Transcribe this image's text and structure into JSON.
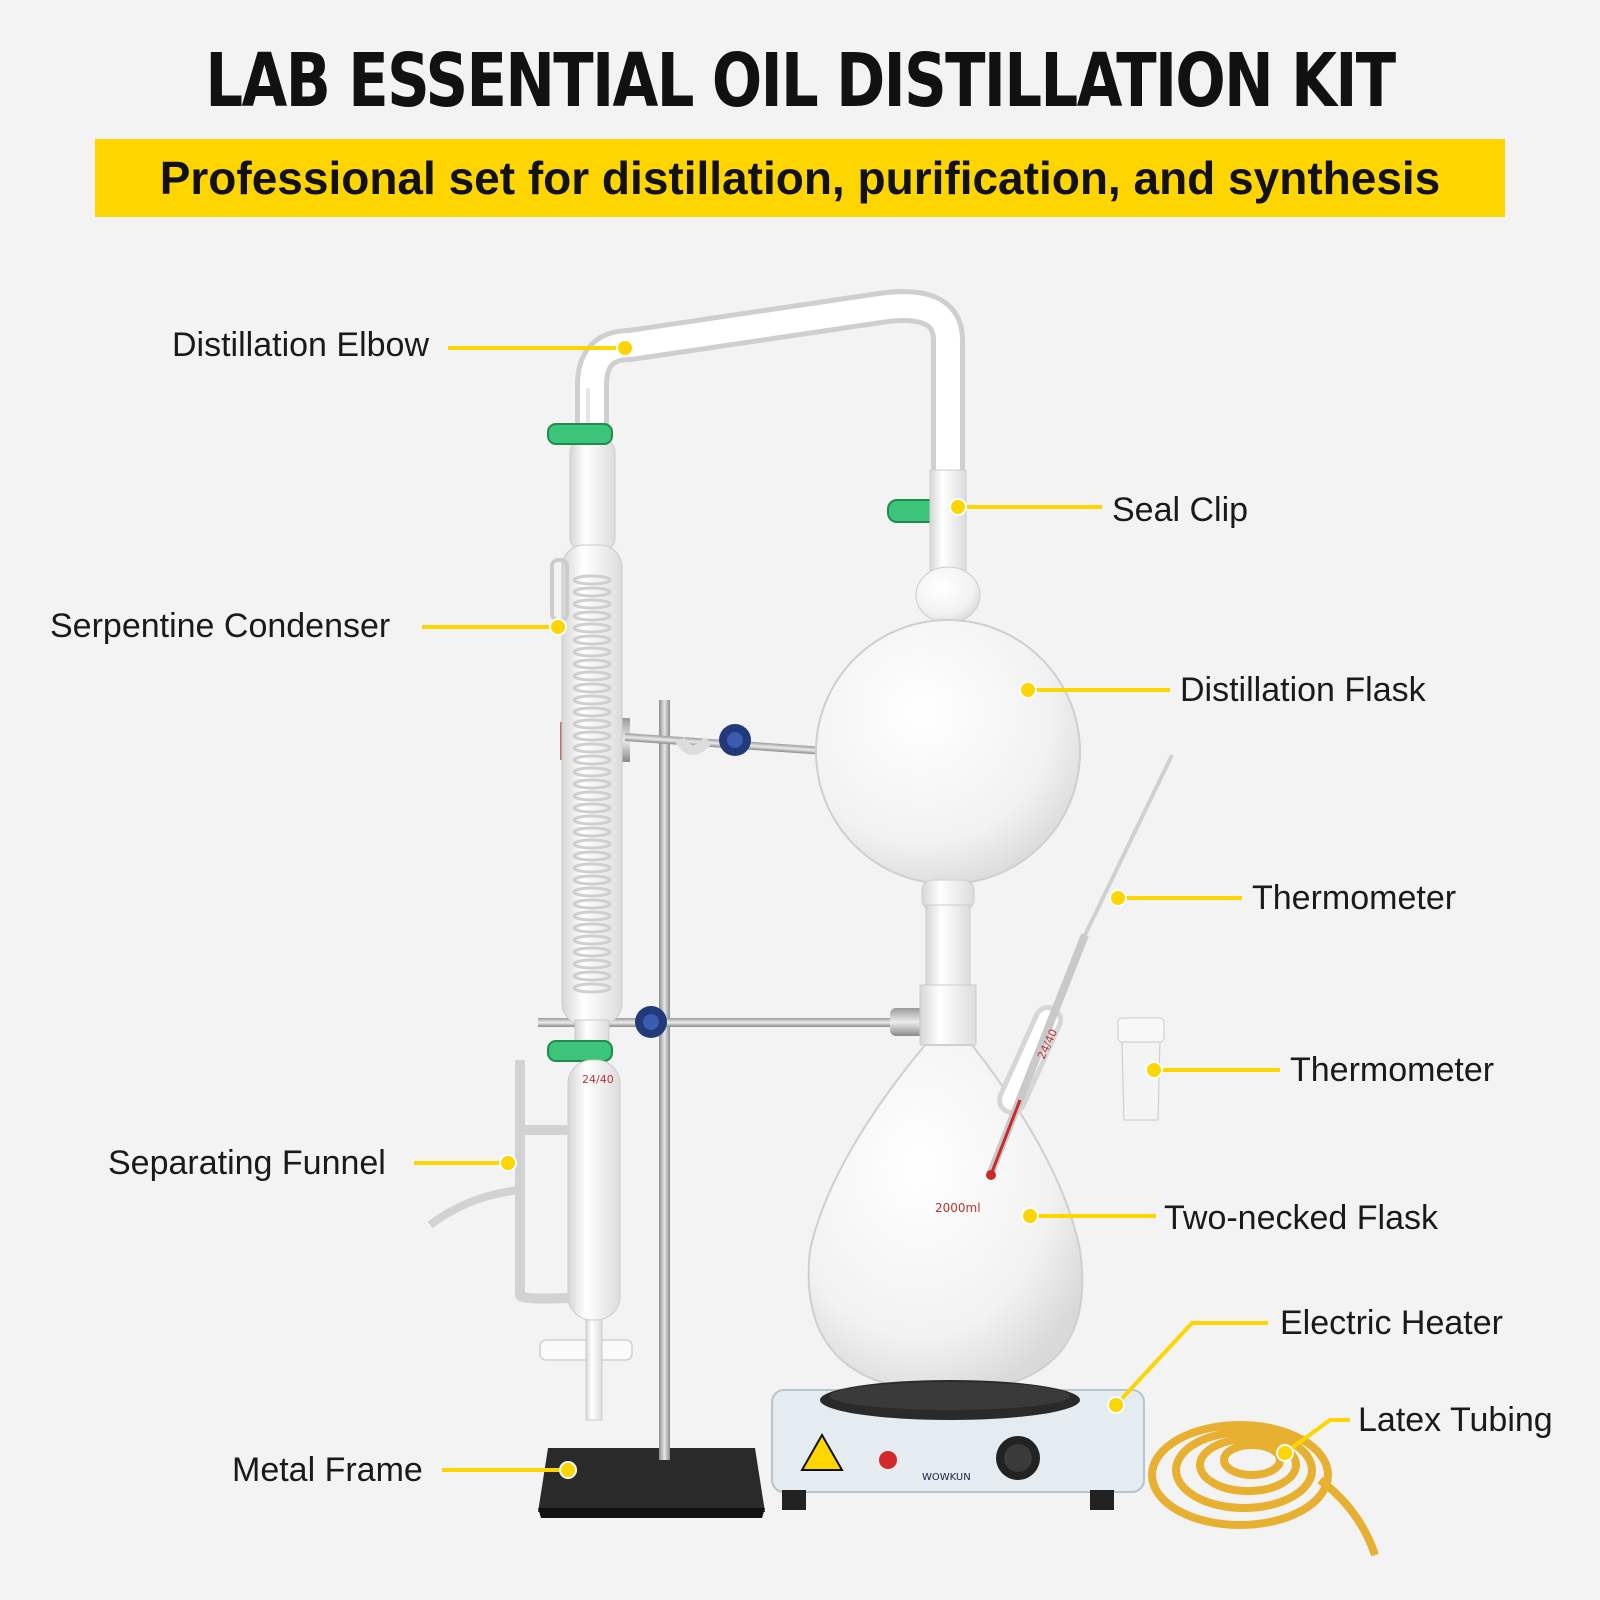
{
  "title": "LAB ESSENTIAL OIL DISTILLATION KIT",
  "subtitle": "Professional set for distillation, purification, and synthesis",
  "accent_color": "#ffd500",
  "callouts": [
    {
      "id": "distillation-elbow",
      "label": "Distillation Elbow"
    },
    {
      "id": "seal-clip",
      "label": "Seal Clip"
    },
    {
      "id": "serpentine-condenser",
      "label": "Serpentine Condenser"
    },
    {
      "id": "distillation-flask",
      "label": "Distillation Flask"
    },
    {
      "id": "thermometer",
      "label": "Thermometer"
    },
    {
      "id": "thermometer-adapter",
      "label": "Thermometer"
    },
    {
      "id": "separating-funnel",
      "label": "Separating Funnel"
    },
    {
      "id": "two-necked-flask",
      "label": "Two-necked Flask"
    },
    {
      "id": "electric-heater",
      "label": "Electric Heater"
    },
    {
      "id": "latex-tubing",
      "label": "Latex Tubing"
    },
    {
      "id": "metal-frame",
      "label": "Metal Frame"
    }
  ],
  "flask_marking": "2000ml",
  "joint_marking": "24/40",
  "heater_brand": "WOWKUN"
}
